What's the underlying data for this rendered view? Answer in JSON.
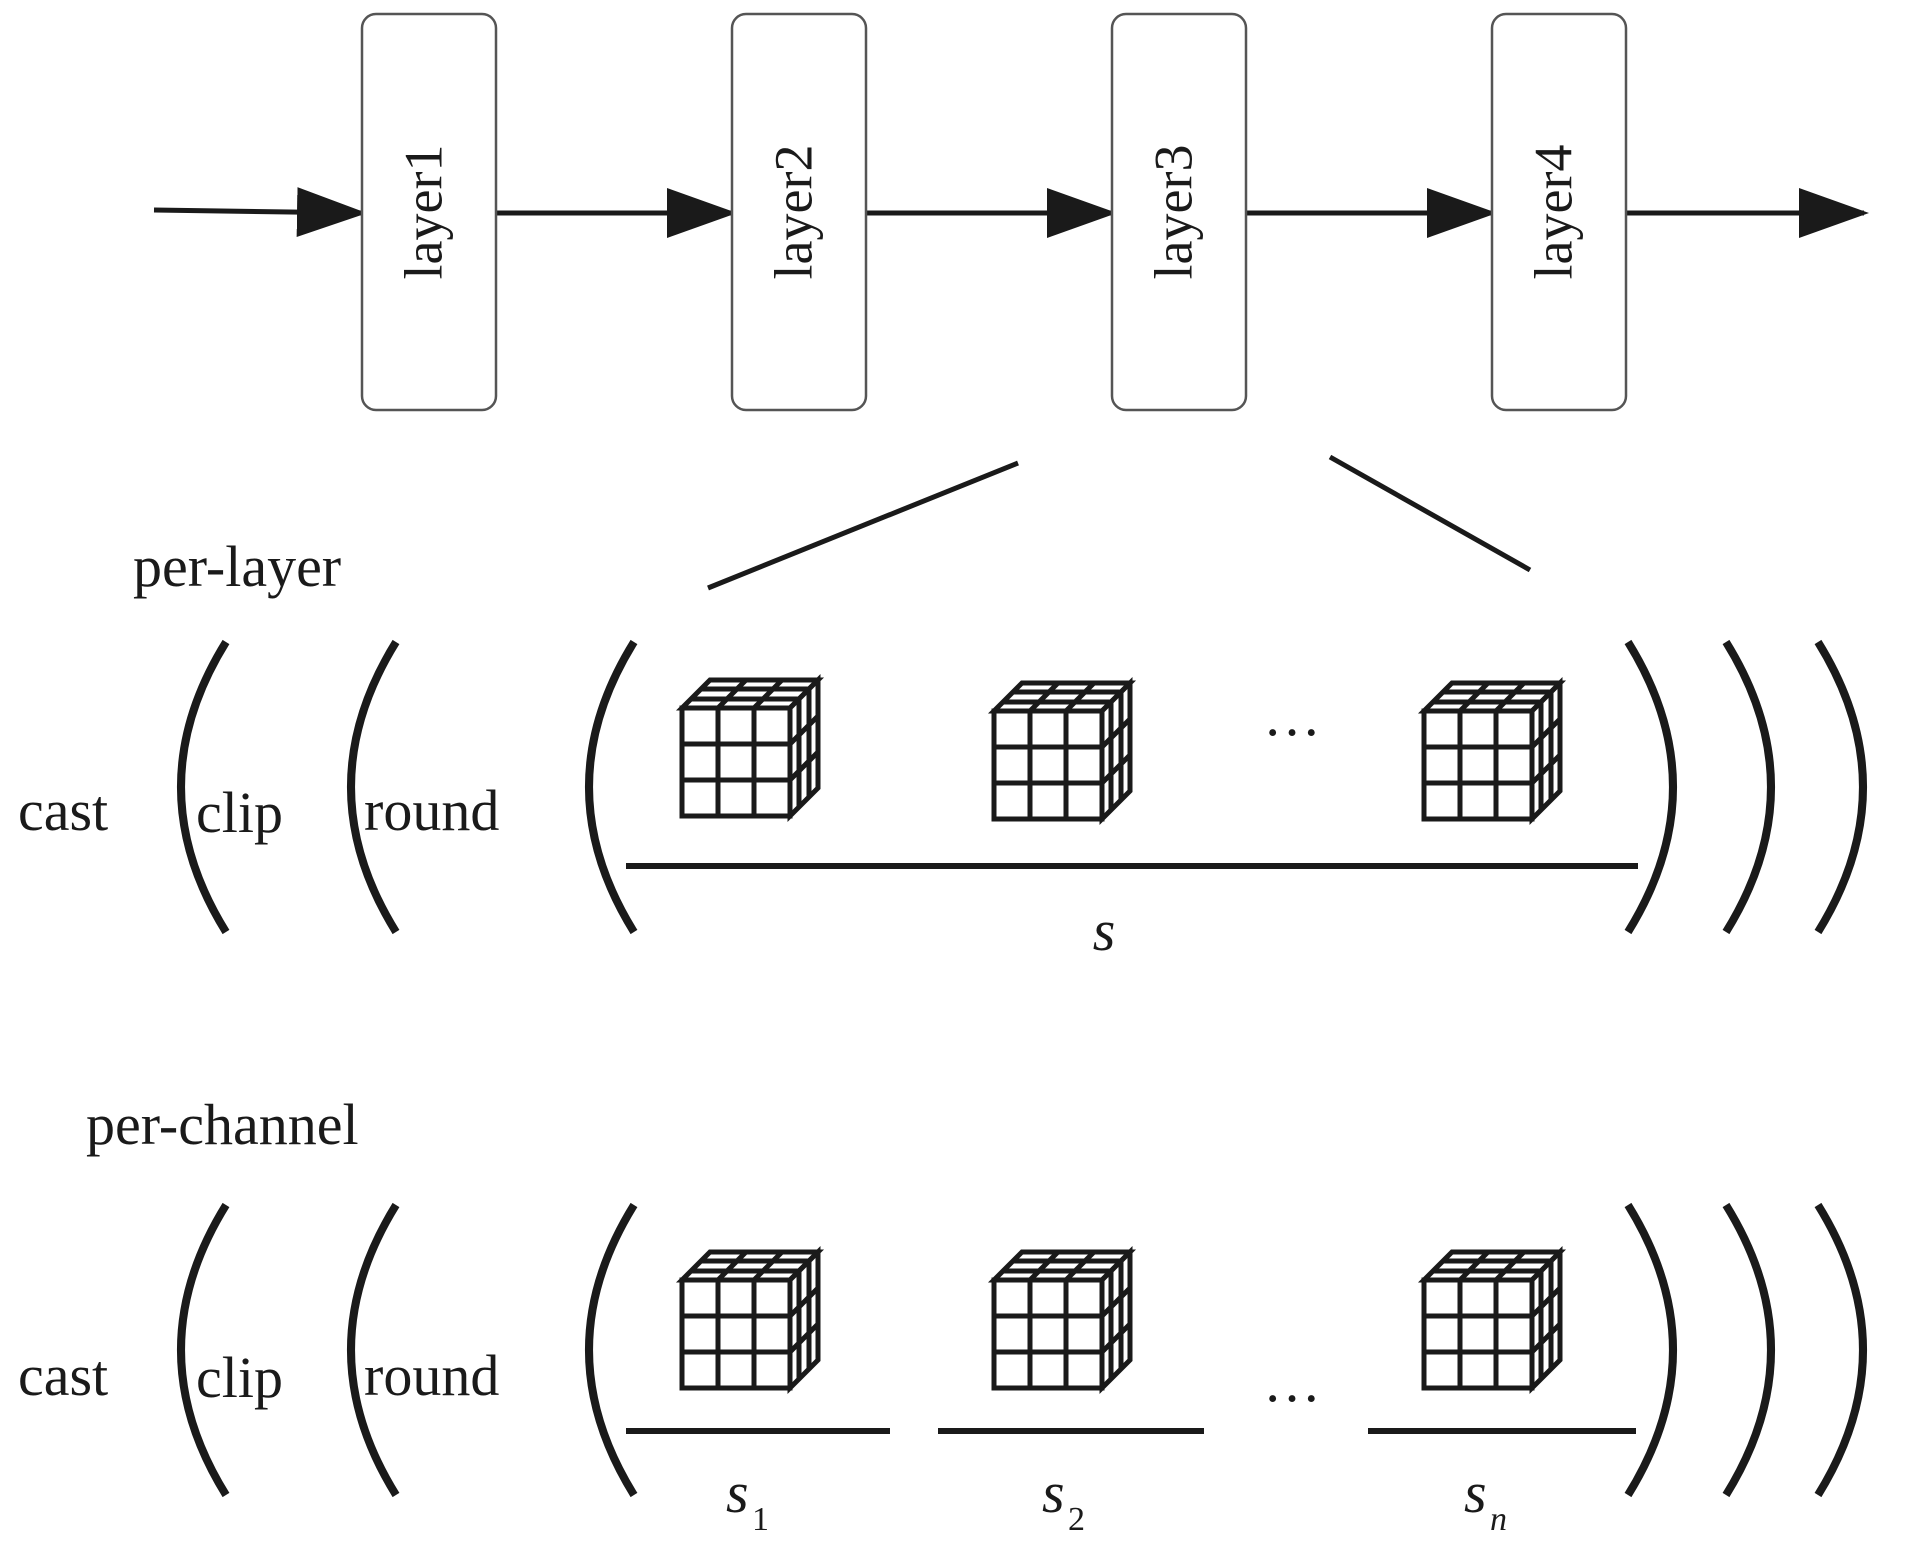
{
  "pipeline": {
    "layers": [
      "layer1",
      "layer2",
      "layer3",
      "layer4"
    ]
  },
  "per_layer": {
    "title": "per-layer",
    "ops": {
      "cast": "cast",
      "clip": "clip",
      "round": "round"
    },
    "ellipsis": "···",
    "scale_label": "s"
  },
  "per_channel": {
    "title": "per-channel",
    "ops": {
      "cast": "cast",
      "clip": "clip",
      "round": "round"
    },
    "ellipsis": "···",
    "scales": [
      {
        "base": "s",
        "sub": "1"
      },
      {
        "base": "s",
        "sub": "2"
      },
      {
        "base": "s",
        "sub": "n"
      }
    ]
  },
  "colors": {
    "stroke": "#1a1a1a",
    "box_stroke": "#555555",
    "background": "#ffffff"
  }
}
